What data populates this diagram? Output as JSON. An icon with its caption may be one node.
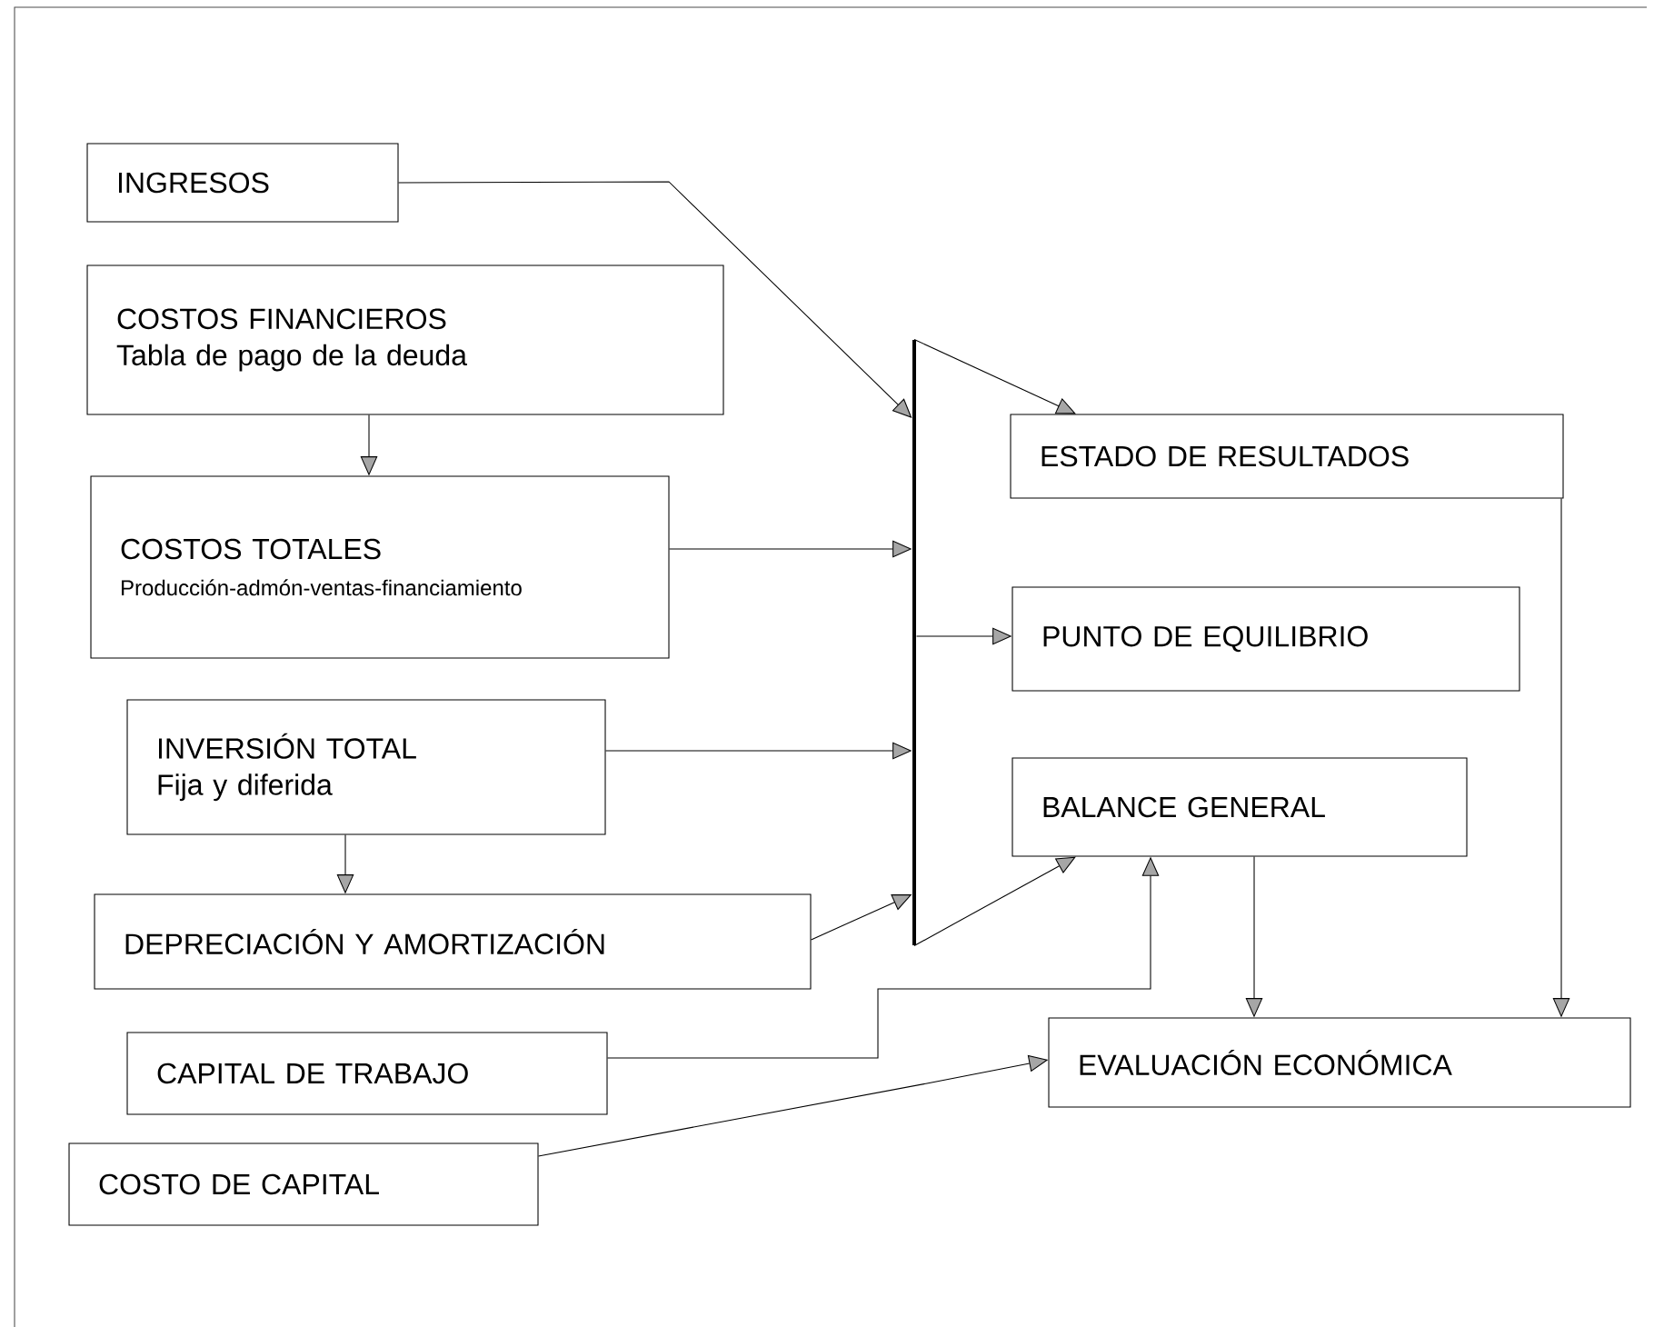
{
  "diagram": {
    "nodes": [
      {
        "text": [
          "INGRESOS"
        ]
      },
      {
        "text": [
          "COSTOS FINANCIEROS",
          "Tabla de pago de la deuda"
        ]
      },
      {
        "text": [
          "COSTOS TOTALES",
          "Producción-admón-ventas-financiamiento"
        ]
      },
      {
        "text": [
          "INVERSIÓN TOTAL",
          "Fija y diferida"
        ]
      },
      {
        "text": [
          "DEPRECIACIÓN Y AMORTIZACIÓN"
        ]
      },
      {
        "text": [
          "CAPITAL DE TRABAJO"
        ]
      },
      {
        "text": [
          "COSTO DE CAPITAL"
        ]
      },
      {
        "text": [],
        "shape": "bar"
      },
      {
        "text": [
          "ESTADO DE RESULTADOS"
        ]
      },
      {
        "text": [
          "PUNTO DE EQUILIBRIO"
        ]
      },
      {
        "text": [
          "BALANCE GENERAL"
        ]
      },
      {
        "text": [
          "EVALUACIÓN ECONÓMICA"
        ]
      }
    ],
    "edges": [
      {
        "from": 0,
        "to": 7,
        "arrow": "to"
      },
      {
        "from": 1,
        "to": 2,
        "arrow": "to"
      },
      {
        "from": 2,
        "to": 7,
        "arrow": "to"
      },
      {
        "from": 3,
        "to": 7,
        "arrow": "to"
      },
      {
        "from": 3,
        "to": 4,
        "arrow": "to"
      },
      {
        "from": 4,
        "to": 7,
        "arrow": "to"
      },
      {
        "from": 7,
        "to": 8,
        "arrow": "to"
      },
      {
        "from": 7,
        "to": 9,
        "arrow": "to"
      },
      {
        "from": 7,
        "to": 10,
        "arrow": "to"
      },
      {
        "from": 5,
        "to": 10,
        "arrow": "to"
      },
      {
        "from": 10,
        "to": 11,
        "arrow": "to"
      },
      {
        "from": 8,
        "to": 11,
        "arrow": "to"
      },
      {
        "from": 6,
        "to": 11,
        "arrow": "to"
      }
    ]
  }
}
